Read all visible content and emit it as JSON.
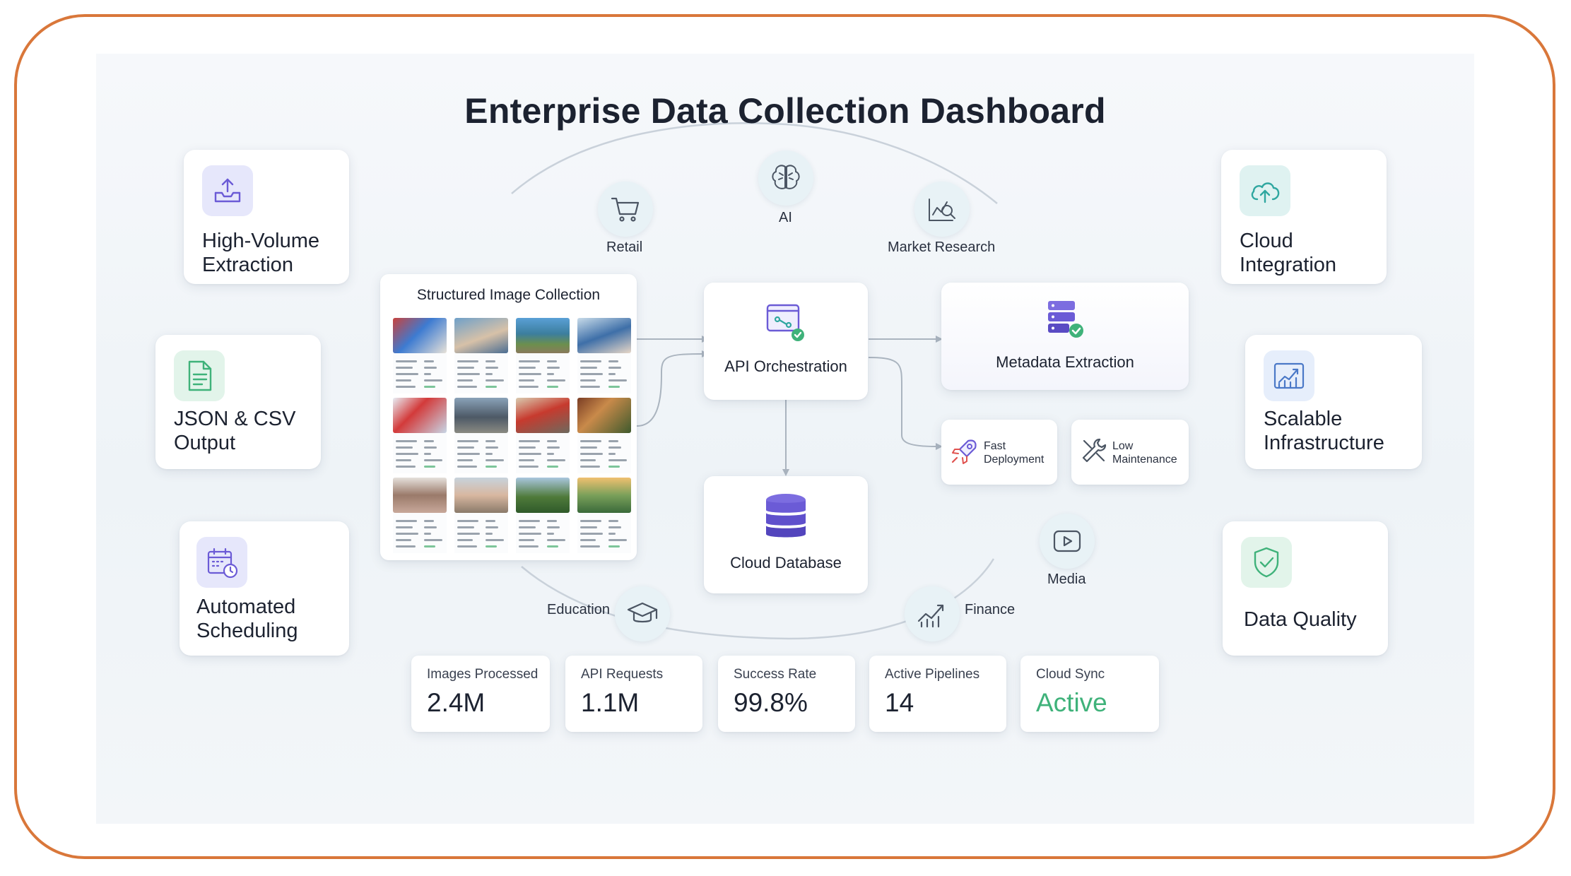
{
  "title": "Enterprise Data Collection Dashboard",
  "features_left": [
    {
      "label": "High-Volume\nExtraction",
      "icon": "inbox-upload-icon"
    },
    {
      "label": "JSON & CSV\nOutput",
      "icon": "document-icon"
    },
    {
      "label": "Automated\nScheduling",
      "icon": "calendar-clock-icon"
    }
  ],
  "features_right": [
    {
      "label": "Cloud\nIntegration",
      "icon": "cloud-upload-icon"
    },
    {
      "label": "Scalable\nInfrastructure",
      "icon": "growth-chart-icon"
    },
    {
      "label": "Data Quality",
      "icon": "shield-check-icon"
    }
  ],
  "industries": {
    "retail": "Retail",
    "ai": "AI",
    "market_research": "Market Research",
    "media": "Media",
    "finance": "Finance",
    "education": "Education"
  },
  "gallery": {
    "title": "Structured Image Collection"
  },
  "process": {
    "api": "API Orchestration",
    "metadata": "Metadata Extraction",
    "database": "Cloud Database",
    "fast_deployment": "Fast\nDeployment",
    "low_maintenance": "Low\nMaintenance"
  },
  "stats": [
    {
      "label": "Images Processed",
      "value": "2.4M"
    },
    {
      "label": "API Requests",
      "value": "1.1M"
    },
    {
      "label": "Success Rate",
      "value": "99.8%"
    },
    {
      "label": "Active Pipelines",
      "value": "14"
    },
    {
      "label": "Cloud Sync",
      "value": "Active"
    }
  ],
  "colors": {
    "frame": "#d9773a",
    "accent_green": "#3fb27a",
    "accent_purple": "#6b5bd6",
    "accent_teal": "#2fa7a0"
  }
}
